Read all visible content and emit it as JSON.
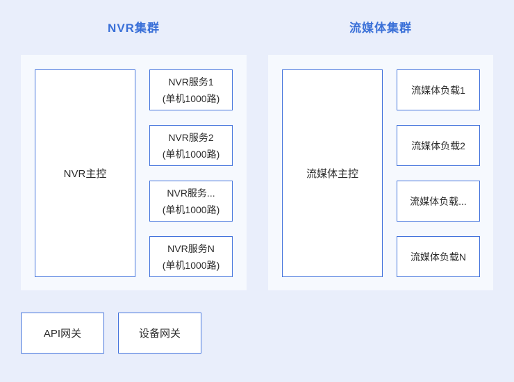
{
  "theme": {
    "page_bg": "#e9eefb",
    "panel_bg": "#f6f9fe",
    "box_bg": "#ffffff",
    "box_border": "#4373dc",
    "title_color": "#3a70d8",
    "text_color": "#2b2b2b"
  },
  "nvr_cluster": {
    "title": "NVR集群",
    "master": "NVR主控",
    "nodes": [
      {
        "name": "NVR服务1",
        "capacity": "(单机1000路)"
      },
      {
        "name": "NVR服务2",
        "capacity": "(单机1000路)"
      },
      {
        "name": "NVR服务...",
        "capacity": "(单机1000路)"
      },
      {
        "name": "NVR服务N",
        "capacity": "(单机1000路)"
      }
    ]
  },
  "media_cluster": {
    "title": "流媒体集群",
    "master": "流媒体主控",
    "nodes": [
      "流媒体负载1",
      "流媒体负载2",
      "流媒体负载...",
      "流媒体负载N"
    ]
  },
  "gateways": [
    {
      "label": "API网关"
    },
    {
      "label": "设备网关"
    }
  ]
}
